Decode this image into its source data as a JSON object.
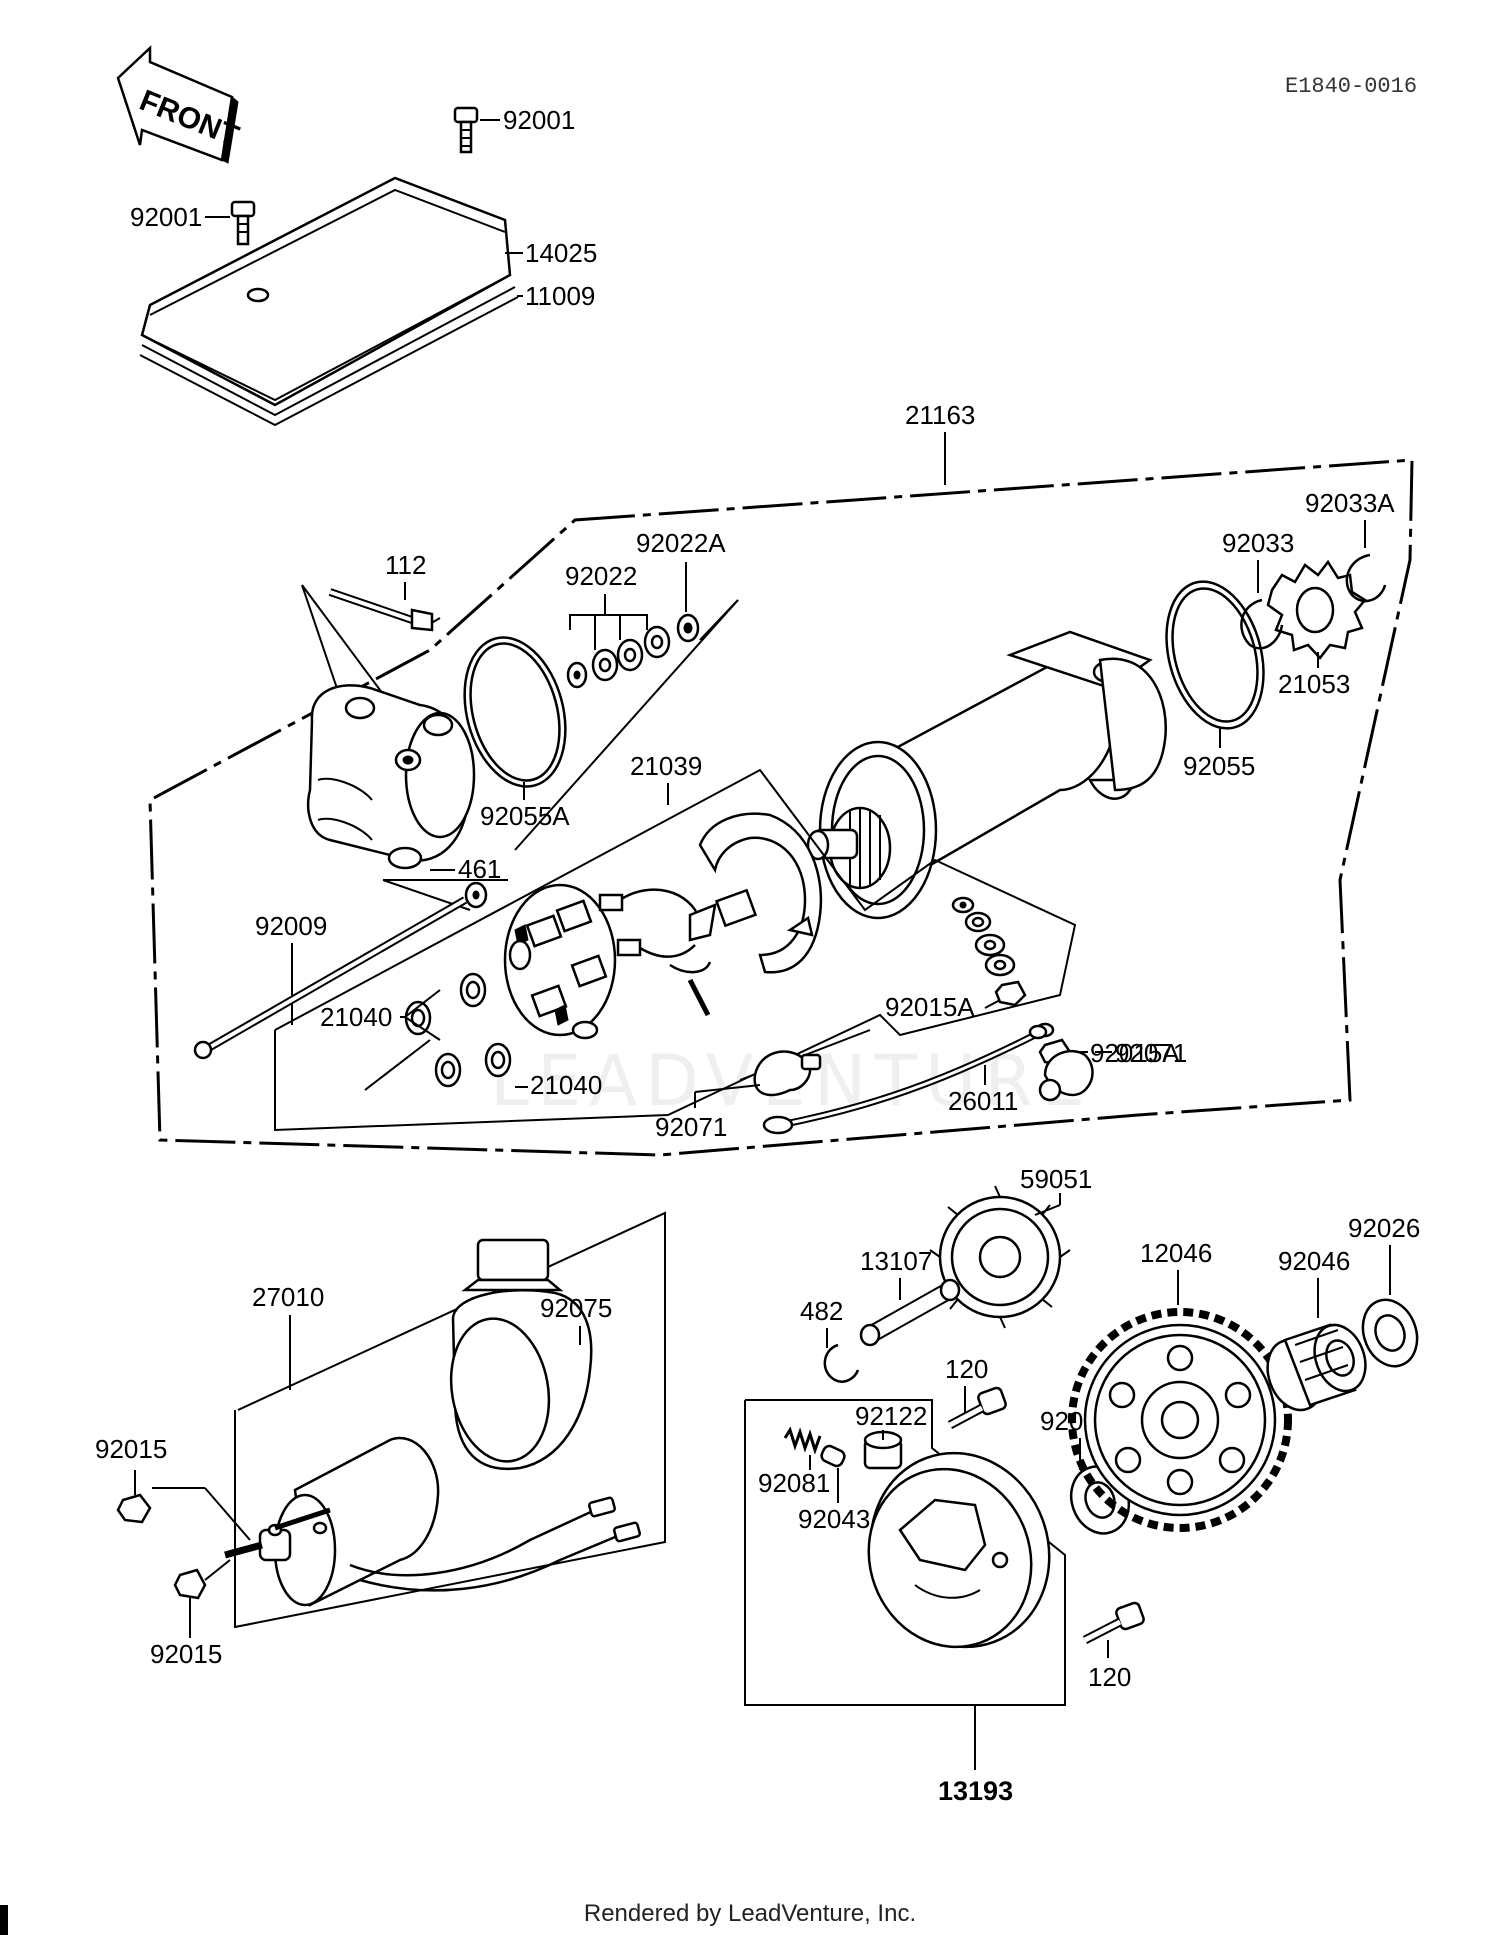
{
  "diagram_code": "E1840-0016",
  "front_label": "FRONT",
  "labels": {
    "p92001_top": "92001",
    "p92001_left": "92001",
    "p14025": "14025",
    "p11009": "11009",
    "p21163": "21163",
    "p112": "112",
    "p92022": "92022",
    "p92022A": "92022A",
    "p92033": "92033",
    "p92033A": "92033A",
    "p21053": "21053",
    "p92055": "92055",
    "p92055A": "92055A",
    "p461": "461",
    "p21039": "21039",
    "p92009": "92009",
    "p21040_a": "21040",
    "p21040_b": "21040",
    "p92015A_a": "92015A",
    "p92015A_b": "92015A",
    "p92071_a": "92071",
    "p92071_b": "92071",
    "p26011": "26011",
    "p59051": "59051",
    "p27010": "27010",
    "p92075": "92075",
    "p13107": "13107",
    "p482": "482",
    "p120_a": "120",
    "p120_b": "120",
    "p12046": "12046",
    "p92046": "92046",
    "p92026_a": "92026",
    "p92026_b": "92026",
    "p92122": "92122",
    "p92081": "92081",
    "p92043": "92043",
    "p92015_a": "92015",
    "p92015_b": "92015",
    "p13193": "13193"
  },
  "watermark": "LEADVENTURE",
  "footer": "Rendered by LeadVenture, Inc."
}
